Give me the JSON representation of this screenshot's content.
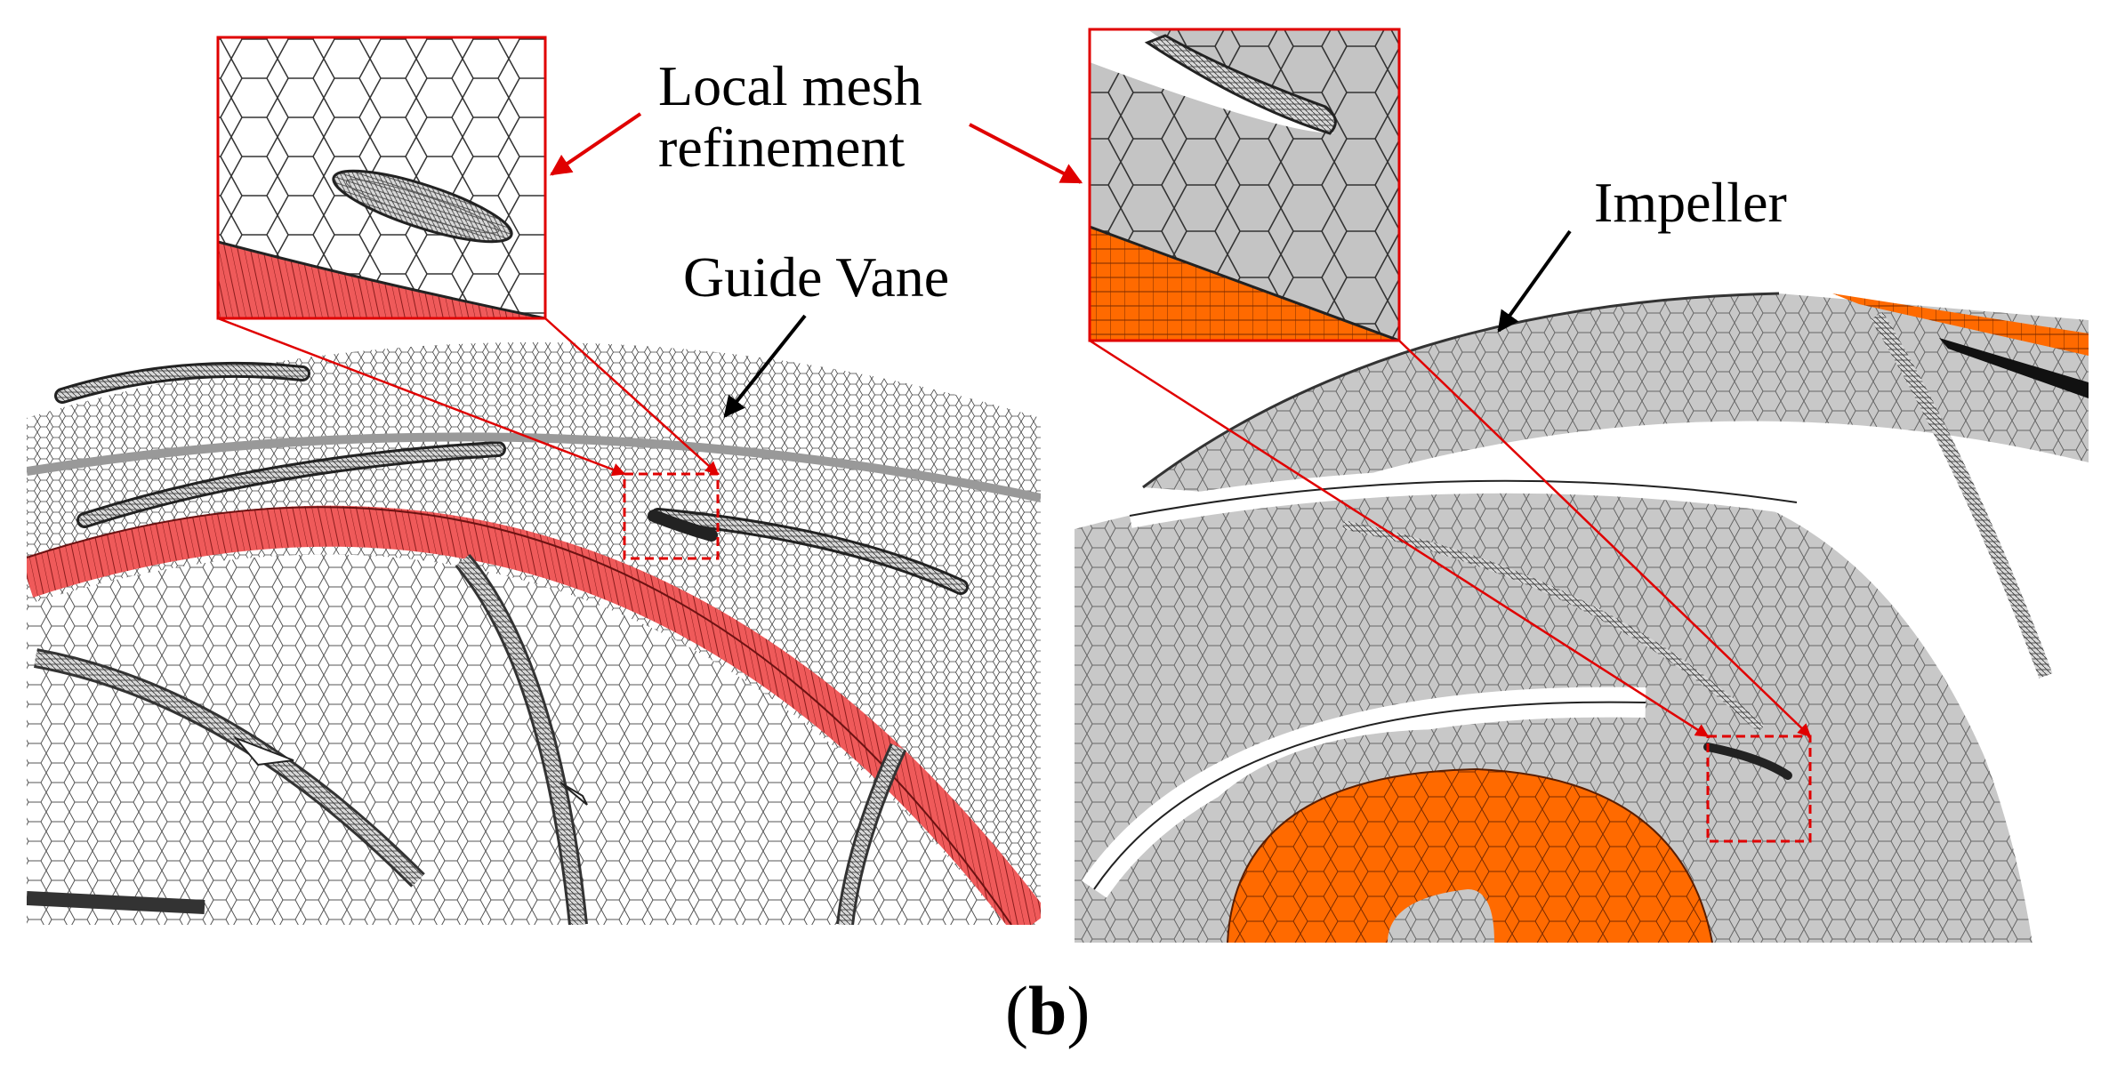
{
  "labels": {
    "local_refinement": "Local mesh refinement",
    "guide_vane": "Guide Vane",
    "impeller": "Impeller",
    "caption_open": "(",
    "caption_letter": "b",
    "caption_close": ")"
  },
  "colors": {
    "mesh_red": "#ef5a5a",
    "mesh_orange": "#ff6a00",
    "mesh_grey": "#c8c8c8",
    "mesh_white": "#ffffff",
    "callout": "#e00000",
    "pointer": "#000000"
  }
}
